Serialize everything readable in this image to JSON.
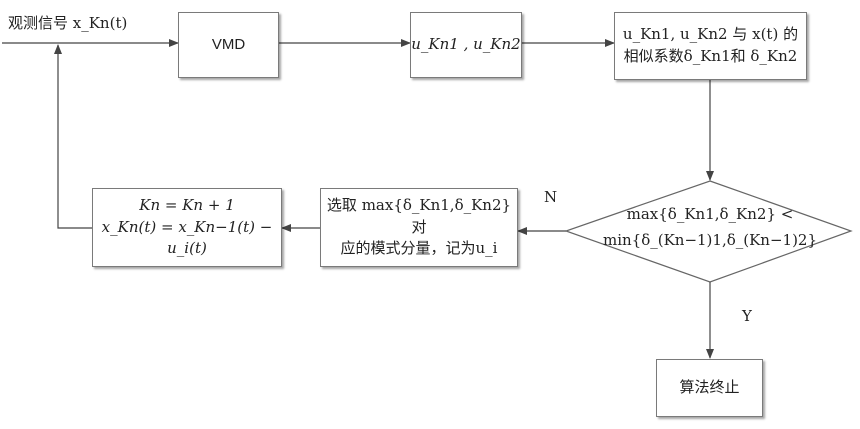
{
  "input_label": "观测信号 x_Kn(t)",
  "vmd_box": {
    "label": "VMD"
  },
  "modes_box": {
    "label": "u_Kn1 , u_Kn2"
  },
  "similarity_box": {
    "line1": "u_Kn1, u_Kn2 与 x(t) 的",
    "line2": "相似系数δ_Kn1和 δ_Kn2"
  },
  "decision": {
    "line1": "max{δ_Kn1,δ_Kn2} <",
    "line2": "min{δ_(Kn−1)1,δ_(Kn−1)2}"
  },
  "branch_no": "N",
  "branch_yes": "Y",
  "select_box": {
    "line1": "选取 max{δ_Kn1,δ_Kn2} 对",
    "line2": "应的模式分量，记为u_i"
  },
  "update_box": {
    "line1": "Kn = Kn + 1",
    "line2": "x_Kn(t) = x_Kn−1(t) − u_i(t)"
  },
  "end_box": {
    "label": "算法终止"
  },
  "colors": {
    "line": "#444444",
    "border": "#7a7a7a"
  }
}
